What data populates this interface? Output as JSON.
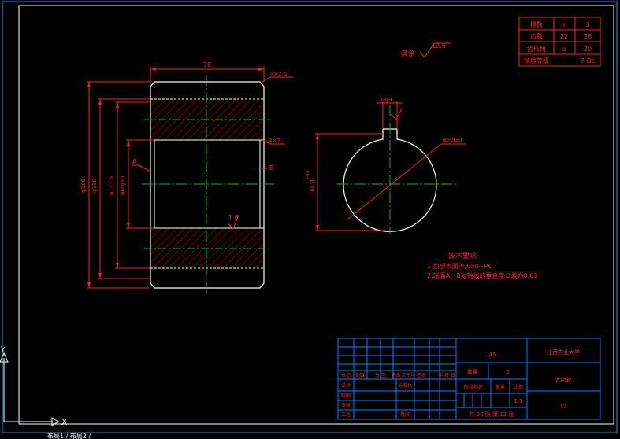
{
  "colors": {
    "background": "#000000",
    "frame": "#ffffff",
    "border_accent": "#00a0ff",
    "outline": "#ffffff",
    "centerline": "#00c000",
    "dimension": "#ff0000",
    "hatch": "#a00000",
    "text_red": "#ff2020",
    "title_block": "#0080ff",
    "cursor": "#ffffff"
  },
  "parameter_table": {
    "rows": [
      {
        "label": "模数",
        "symbol": "m",
        "value": "3"
      },
      {
        "label": "齿数",
        "symbol": "22",
        "value": "26"
      },
      {
        "label": "齿形角",
        "symbol": "α",
        "value": "20"
      },
      {
        "label": "精度等级",
        "symbol": "",
        "value": "7-Dc"
      }
    ]
  },
  "surface_note": {
    "text": "其余",
    "roughness": "12.5"
  },
  "dimensions": {
    "width_top": "78",
    "chamfer_top": "4×2.5",
    "chamfer_mid": "4×2",
    "dia_outer": "φ160",
    "dia_130": "φ130",
    "dia_117": "φ117.5",
    "dia_bore": "φ60J30",
    "roughness_inner": "1.6",
    "label_a": "A",
    "label_b": "B",
    "key_width": "18J9",
    "bore_dia": "φ60J30",
    "key_depth": "64.4",
    "key_depth_tol": "+0.1"
  },
  "tech_requirements": {
    "title": "技术要求",
    "items": [
      "1.齿部表面淬火50~RC",
      "2.端面A、B对轴线的垂直度公差为0.03"
    ]
  },
  "title_block": {
    "material": "45",
    "organization": "江西农业大学",
    "part_name": "大齿轮",
    "drawing_no": "12",
    "quantity_label": "数量",
    "quantity": "2",
    "stage_label": "阶段标记",
    "weight_label": "重量",
    "scale_label": "比例",
    "scale": "1:1",
    "sheet_info": "共 20 张  第 12 张",
    "headers": [
      "标记",
      "处数",
      "分 区",
      "更改文件号",
      "签名",
      "年 月 日"
    ],
    "left_labels": [
      "设计",
      "制图",
      "审核",
      "工艺"
    ],
    "standardization": "标准化",
    "approve": "批准"
  },
  "status_bar": {
    "text": "布局1 / 布局2 /"
  }
}
